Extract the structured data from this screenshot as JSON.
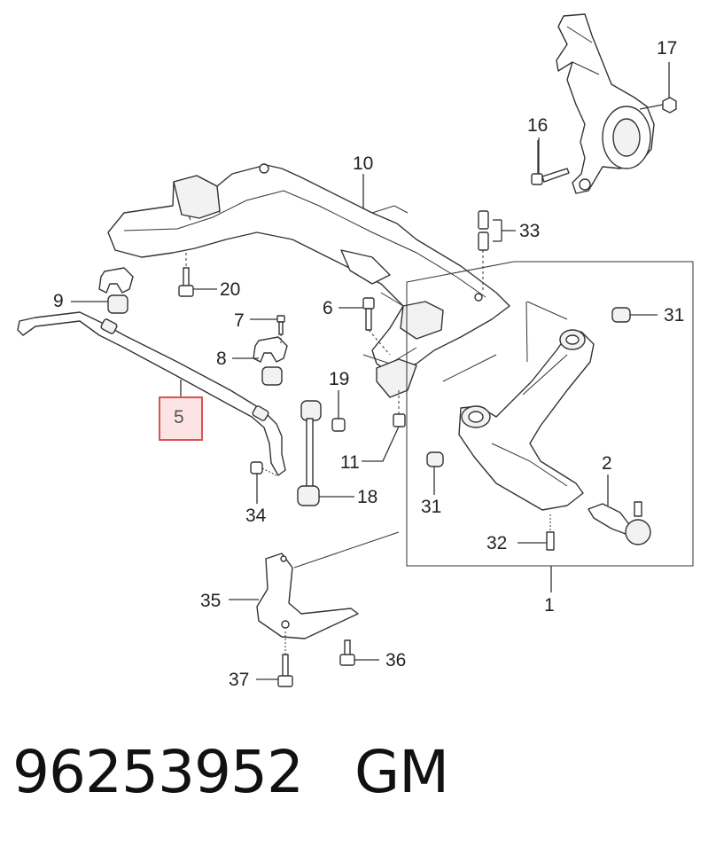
{
  "callouts": {
    "c1": "1",
    "c2": "2",
    "c5": "5",
    "c6": "6",
    "c7": "7",
    "c8": "8",
    "c9": "9",
    "c10": "10",
    "c11": "11",
    "c16": "16",
    "c17": "17",
    "c18": "18",
    "c19": "19",
    "c20": "20",
    "c31a": "31",
    "c31b": "31",
    "c32": "32",
    "c33": "33",
    "c34": "34",
    "c35": "35",
    "c36": "36",
    "c37": "37"
  },
  "highlight": {
    "part": "5",
    "color": "#d9534f",
    "fill": "#fde3e3"
  },
  "footer": {
    "part_number": "96253952",
    "brand": "GM"
  }
}
